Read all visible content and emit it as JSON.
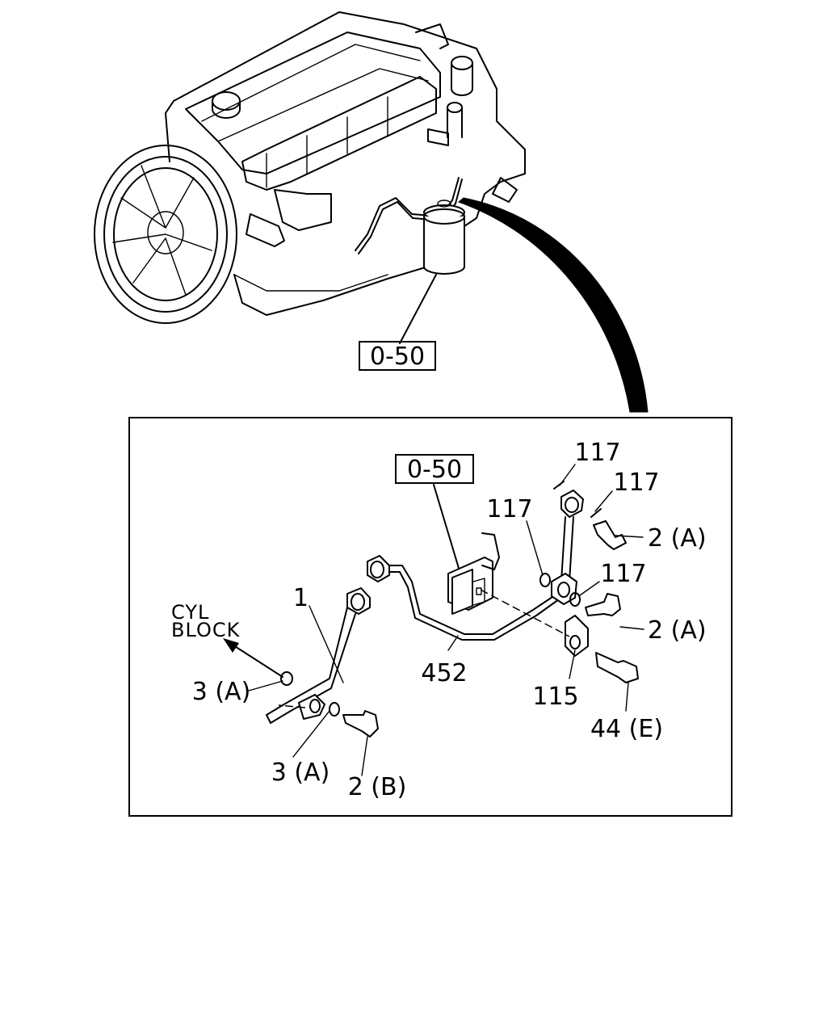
{
  "diagram": {
    "top_ref_label": "0-50",
    "detail_ref_label": "0-50",
    "direction_label_line1": "CYL",
    "direction_label_line2": "BLOCK",
    "parts": {
      "p1": "1",
      "p452": "452",
      "p115": "115",
      "p117_a": "117",
      "p117_b": "117",
      "p117_c": "117",
      "p117_d": "117",
      "p2a_upper": "2 (A)",
      "p2a_lower": "2 (A)",
      "p2b": "2 (B)",
      "p3a_upper": "3 (A)",
      "p3a_lower": "3 (A)",
      "p44e": "44 (E)"
    }
  }
}
